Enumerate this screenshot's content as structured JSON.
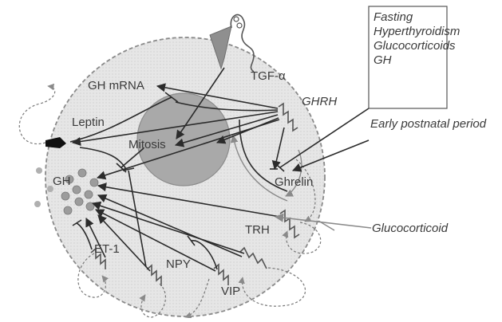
{
  "labels": {
    "tgf_alpha": "TGF-α",
    "gh_mrna": "GH mRNA",
    "ghrh": "GHRH",
    "leptin": "Leptin",
    "mitosis": "Mitosis",
    "ghrelin": "Ghrelin",
    "gh": "GH",
    "trh": "TRH",
    "et1": "ET-1",
    "npy": "NPY",
    "vip": "VIP"
  },
  "external": {
    "box_items": [
      "Fasting",
      "Hyperthyroidism",
      "Glucocorticoids",
      "GH"
    ],
    "early_postnatal": "Early postnatal period",
    "glucocorticoid": "Glucocorticoid"
  },
  "colors": {
    "cell_fill": "#e9e9e9",
    "nucleus_fill": "#a9a9a9",
    "granule_fill": "#9c9c9c",
    "line": "#2b2b2b"
  }
}
